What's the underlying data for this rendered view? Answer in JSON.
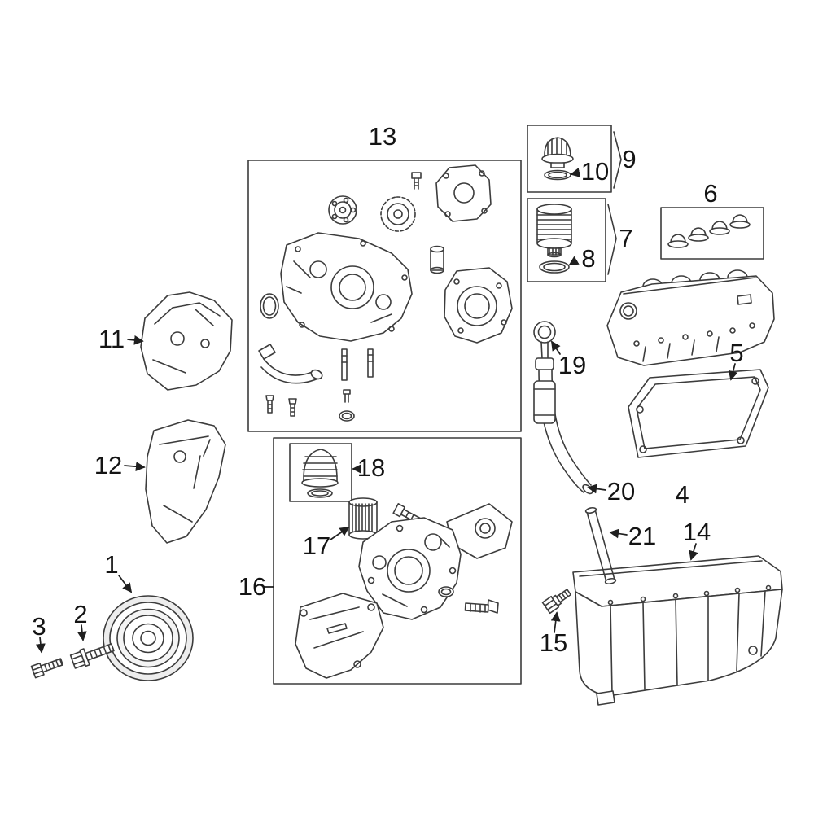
{
  "figure": {
    "kind": "engine-parts-exploded-diagram",
    "background_color": "#ffffff",
    "line_color": "#3c3c3c"
  },
  "callouts": {
    "c1": "1",
    "c2": "2",
    "c3": "3",
    "c4": "4",
    "c5": "5",
    "c6": "6",
    "c7": "7",
    "c8": "8",
    "c9": "9",
    "c10": "10",
    "c11": "11",
    "c12": "12",
    "c13": "13",
    "c14": "14",
    "c15": "15",
    "c16": "16",
    "c17": "17",
    "c18": "18",
    "c19": "19",
    "c20": "20",
    "c21": "21"
  }
}
